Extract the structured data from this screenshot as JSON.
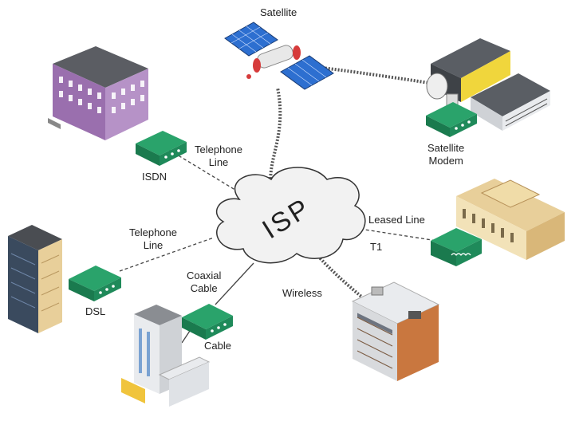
{
  "isp": {
    "label": "ISP"
  },
  "labels": {
    "satellite": "Satellite",
    "satellite_modem_1": "Satellite",
    "satellite_modem_2": "Modem",
    "telephone_top_1": "Telephone",
    "telephone_top_2": "Line",
    "isdn": "ISDN",
    "telephone_left_1": "Telephone",
    "telephone_left_2": "Line",
    "dsl": "DSL",
    "coaxial_1": "Coaxial",
    "coaxial_2": "Cable",
    "cable": "Cable",
    "wireless": "Wireless",
    "leased_line": "Leased Line",
    "t1": "T1"
  },
  "colors": {
    "cloud_fill": "#f2f2f2",
    "cloud_stroke": "#333333",
    "modem_green": "#1f8a5a",
    "modem_green_dark": "#156a44",
    "building_purple": "#9a6fae",
    "building_tan": "#e8cf9a",
    "building_yellow": "#f0d63c",
    "building_gray": "#6e7278"
  }
}
